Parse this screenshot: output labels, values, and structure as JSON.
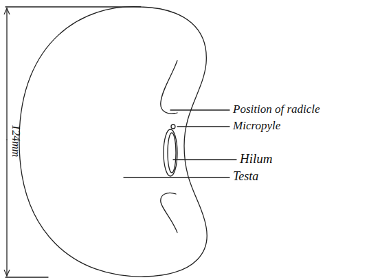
{
  "diagram": {
    "labels": [
      "124mm",
      "Position of radicle",
      "Micropyle",
      "Hilum",
      "Testa"
    ]
  }
}
